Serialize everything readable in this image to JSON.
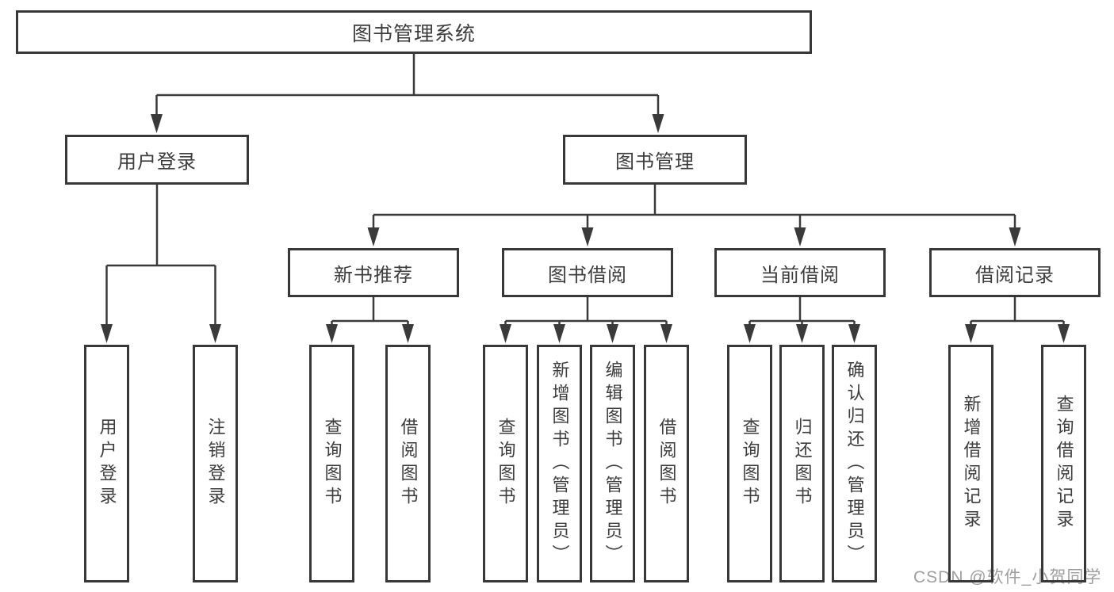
{
  "diagram": {
    "title_node": "图书管理系统",
    "colors": {
      "line": "#3a3a3a",
      "box_border": "#383838",
      "text": "#3d3d3d",
      "watermark": "#9e9e9e"
    },
    "root": {
      "label": "图书管理系统",
      "children": [
        {
          "label": "用户登录",
          "children": [
            {
              "label": "用户登录"
            },
            {
              "label": "注销登录"
            }
          ]
        },
        {
          "label": "图书管理",
          "children": [
            {
              "label": "新书推荐",
              "children": [
                {
                  "label": "查询图书"
                },
                {
                  "label": "借阅图书"
                }
              ]
            },
            {
              "label": "图书借阅",
              "children": [
                {
                  "label": "查询图书"
                },
                {
                  "label": "新增图书（管理员）"
                },
                {
                  "label": "编辑图书（管理员）"
                },
                {
                  "label": "借阅图书"
                }
              ]
            },
            {
              "label": "当前借阅",
              "children": [
                {
                  "label": "查询图书"
                },
                {
                  "label": "归还图书"
                },
                {
                  "label": "确认归还（管理员）"
                }
              ]
            },
            {
              "label": "借阅记录",
              "children": [
                {
                  "label": "新增借阅记录"
                },
                {
                  "label": "查询借阅记录"
                }
              ]
            }
          ]
        }
      ]
    }
  },
  "watermark": {
    "text": "CSDN @软件_小贺同学"
  }
}
